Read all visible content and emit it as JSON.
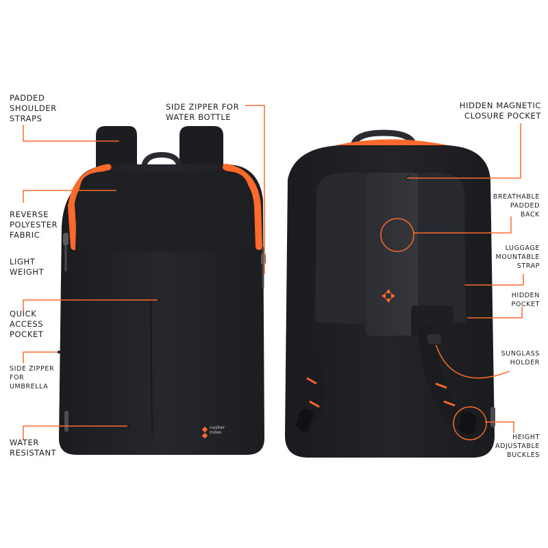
{
  "colors": {
    "accent": "#ff6a2b",
    "bag_body": "#222327",
    "bag_shadow": "#151518",
    "background": "#ffffff",
    "text": "#1d1d1d"
  },
  "brand": {
    "logo_line1": "nasher",
    "logo_line2": "miles"
  },
  "front_labels": [
    {
      "id": "padded-shoulder-straps",
      "lines": [
        "PADDED",
        "SHOULDER",
        "STRAPS"
      ]
    },
    {
      "id": "reverse-polyester-fabric",
      "lines": [
        "REVERSE",
        "POLYESTER",
        "FABRIC"
      ]
    },
    {
      "id": "light-weight",
      "lines": [
        "LIGHT",
        "WEIGHT"
      ]
    },
    {
      "id": "quick-access-pocket",
      "lines": [
        "QUICK",
        "ACCESS",
        "POCKET"
      ]
    },
    {
      "id": "side-zipper-umbrella",
      "lines": [
        "SIDE ZIPPER",
        "FOR",
        "UMBRELLA"
      ]
    },
    {
      "id": "water-resistant",
      "lines": [
        "WATER",
        "RESISTANT"
      ]
    },
    {
      "id": "side-zipper-bottle",
      "lines": [
        "SIDE ZIPPER FOR",
        "WATER BOTTLE"
      ]
    }
  ],
  "back_labels": [
    {
      "id": "hidden-magnetic-pocket",
      "lines": [
        "HIDDEN MAGNETIC",
        "CLOSURE POCKET"
      ]
    },
    {
      "id": "breathable-padded-back",
      "lines": [
        "BREATHABLE",
        "PADDED",
        "BACK"
      ]
    },
    {
      "id": "luggage-mountable-strap",
      "lines": [
        "LUGGAGE",
        "MOUNTABLE",
        "STRAP"
      ]
    },
    {
      "id": "hidden-pocket",
      "lines": [
        "HIDDEN",
        "POCKET"
      ]
    },
    {
      "id": "sunglass-holder",
      "lines": [
        "SUNGLASS",
        "HOLDER"
      ]
    },
    {
      "id": "height-adjustable-buckles",
      "lines": [
        "HEIGHT",
        "ADJUSTABLE",
        "BUCKLES"
      ]
    }
  ]
}
